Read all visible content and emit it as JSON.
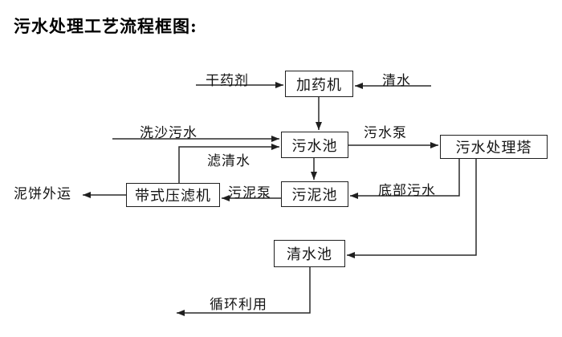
{
  "title": "污水处理工艺流程框图:",
  "diagram": {
    "type": "flowchart",
    "nodes": {
      "dosing_machine": {
        "label": "加药机"
      },
      "sewage_pool": {
        "label": "污水池"
      },
      "treatment_tower": {
        "label": "污水处理塔"
      },
      "sludge_pool": {
        "label": "污泥池"
      },
      "belt_filter_press": {
        "label": "带式压滤机"
      },
      "clear_water_pool": {
        "label": "清水池"
      }
    },
    "edge_labels": {
      "dry_chemical": "干药剂",
      "clear_water": "清水",
      "sand_wash": "洗沙污水",
      "filtered": "滤清水",
      "sewage_pump": "污水泵",
      "sludge_pump": "污泥泵",
      "bottom_sewage": "底部污水",
      "mud_cake": "泥饼外运",
      "recycle": "循环利用"
    },
    "edges": [
      {
        "from": "干药剂(外部)",
        "to": "加药机",
        "label": "干药剂"
      },
      {
        "from": "清水(外部)",
        "to": "加药机",
        "label": "清水"
      },
      {
        "from": "加药机",
        "to": "污水池",
        "label": ""
      },
      {
        "from": "洗沙污水(外部)",
        "to": "污水池",
        "label": "洗沙污水"
      },
      {
        "from": "带式压滤机",
        "to": "污水池",
        "label": "滤清水"
      },
      {
        "from": "污水池",
        "to": "污水处理塔",
        "label": "污水泵"
      },
      {
        "from": "污水池",
        "to": "污泥池",
        "label": ""
      },
      {
        "from": "污水处理塔",
        "to": "污泥池",
        "label": "底部污水"
      },
      {
        "from": "污泥池",
        "to": "带式压滤机",
        "label": "污泥泵"
      },
      {
        "from": "带式压滤机",
        "to": "外部",
        "label": "泥饼外运"
      },
      {
        "from": "污水处理塔",
        "to": "清水池",
        "label": ""
      },
      {
        "from": "清水池",
        "to": "外部",
        "label": "循环利用"
      }
    ],
    "colors": {
      "line": "#2a2a2a",
      "box_border": "#1f1f1f",
      "box_fill": "#ffffff",
      "text": "#141414",
      "background": "#ffffff"
    }
  }
}
